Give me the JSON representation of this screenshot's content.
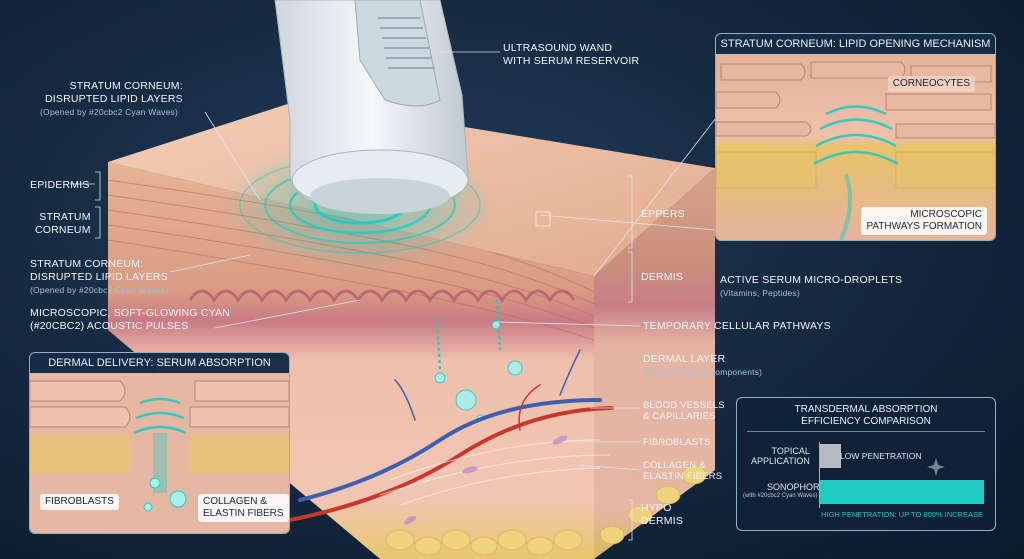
{
  "labels": {
    "wand": "ULTRASOUND WAND\nWITH SERUM RESERVOIR",
    "sc_top_title": "STRATUM CORNEUM:\nDISRUPTED LIPID LAYERS",
    "sc_top_sub": "(Opened by #20cbc2 Cyan Waves)",
    "epidermis": "EPIDERMIS",
    "stratum_corneum": "STRATUM\nCORNEUM",
    "sc_mid_title": "STRATUM CORNEUM:\nDISRUPTED LIPID LAYERS",
    "sc_mid_sub": "(Opened by #20cbc2 Cyan Waves)",
    "micro_pulses": "MICROSCOPIC, SOFT-GLOWING CYAN\n(#20cbc2) ACOUSTIC PULSES",
    "eppers": "EPPERS",
    "dermis": "DERMIS",
    "serum_droplets": "ACTIVE SERUM MICRO-DROPLETS",
    "serum_droplets_sub": "(Vitamins, Peptides)",
    "temp_pathways": "TEMPORARY CELLULAR PATHWAYS",
    "dermal_layer": "DERMAL LAYER",
    "dermal_layer_sub": "(Rich with active components)",
    "blood_vessels": "BLOOD VESSELS\n& CAPILLARIES",
    "fibroblasts": "FIBROBLASTS",
    "collagen": "COLLAGEN &\nELASTIN FIBERS",
    "hypodermis": "HYPO\nDERMIS"
  },
  "inset_top": {
    "title": "STRATUM CORNEUM: LIPID OPENING MECHANISM",
    "corneocytes": "CORNEOCYTES",
    "pathways": "MICROSCOPIC\nPATHWAYS FORMATION"
  },
  "inset_bottom": {
    "title": "DERMAL DELIVERY: SERUM ABSORPTION",
    "fibroblasts": "FIBROBLASTS",
    "collagen": "COLLAGEN &\nELASTIN FIBERS"
  },
  "comparison": {
    "title": "TRANSDERMAL ABSORPTION\nEFFICIENCY COMPARISON",
    "topical_label": "TOPICAL\nAPPLICATION",
    "topical_note": "LOW PENETRATION",
    "sono_label": "SONOPHORESIS",
    "sono_sub": "(with #20cbc2 Cyan Waves)",
    "sono_note": "HIGH PENETRATION: UP TO 800% INCREASE"
  },
  "chart_data": {
    "type": "bar",
    "categories": [
      "TOPICAL APPLICATION",
      "SONOPHORESIS"
    ],
    "values": [
      1,
      8
    ],
    "colors": [
      "#b8bcc2",
      "#20cbc2"
    ]
  },
  "colors": {
    "cyan": "#20cbc2",
    "background": "#14263c",
    "skin": "#e9b49a",
    "blood_red": "#c8362c",
    "blood_blue": "#3d5fb0"
  }
}
